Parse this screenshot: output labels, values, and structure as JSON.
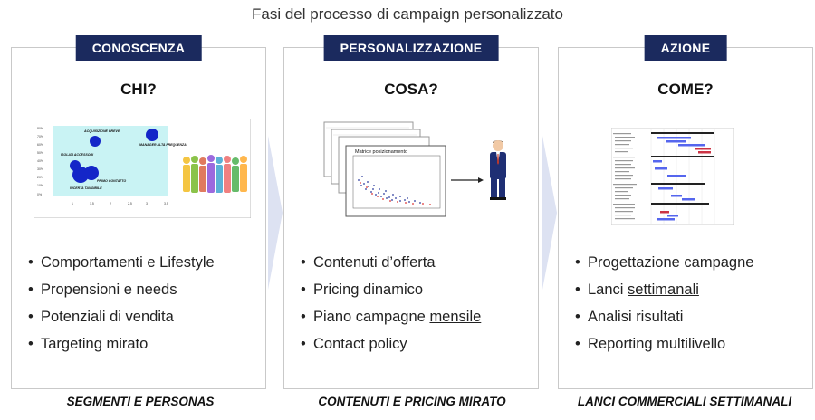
{
  "title": "Fasi del processo di campaign personalizzato",
  "panels": [
    {
      "header": "CONOSCENZA",
      "question": "CHI?",
      "bullets": [
        "Comportamenti e Lifestyle",
        "Propensioni e needs",
        "Potenziali di vendita",
        "Targeting mirato"
      ],
      "footer": "SEGMENTI E PERSONAS"
    },
    {
      "header": "PERSONALIZZAZIONE",
      "question": "COSA?",
      "bullets": [
        "Contenuti d’offerta",
        "Pricing dinamico",
        "Piano campagne ",
        "Contact policy"
      ],
      "bullet3_underlined": "mensile",
      "footer": "CONTENUTI E PRICING MIRATO"
    },
    {
      "header": "AZIONE",
      "question": "COME?",
      "bullets": [
        "Progettazione campagne",
        "Lanci ",
        "Analisi risultati",
        "Reporting multilivello"
      ],
      "bullet2_underlined": "settimanali",
      "footer": "LANCI COMMERCIALI SETTIMANALI"
    }
  ],
  "bubble_chart": {
    "labels": [
      "ACQUISIZIONE BREVE",
      "MANAGER ALTA FREQUENZA",
      "ISOLATI ACCESSORI",
      "PRIMO CONTATTO",
      "INCERTA TANGIBILE"
    ],
    "yticks": [
      "80%",
      "70%",
      "60%",
      "50%",
      "40%",
      "30%",
      "20%",
      "10%",
      "0%"
    ],
    "xticks": [
      "1",
      "1.5",
      "2",
      "2.5",
      "3",
      "3.5"
    ]
  },
  "scatter_doc": {
    "title": "Matrice posizionamento"
  },
  "colors": {
    "header_bg": "#1b2a5e",
    "chevron": "#dde2f2"
  }
}
